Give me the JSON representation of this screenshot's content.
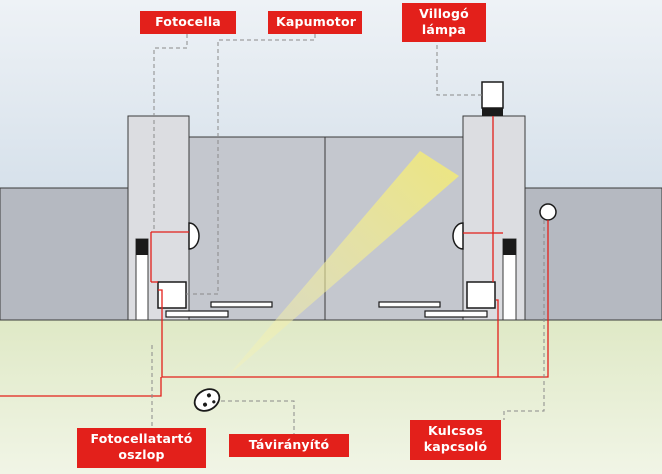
{
  "labels": {
    "photocell": "Fotocella",
    "gate_motor": "Kapumotor",
    "flashing_lamp": {
      "line1": "Villogó",
      "line2": "lámpa"
    },
    "photocell_post": {
      "line1": "Fotocellatartó",
      "line2": "oszlop"
    },
    "remote_control": "Távirányító",
    "key_switch": {
      "line1": "Kulcsos",
      "line2": "kapcsoló"
    }
  },
  "colors": {
    "sky_top": "#e9eef3",
    "sky_bottom": "#c7d6e4",
    "ground": "#e4edcf",
    "wall": "#b5b9c1",
    "gate": "#c4c7ce",
    "pillar": "#dcdde1",
    "outline": "#3a3a3a",
    "wire": "#e3201b",
    "dashed_leader": "#8a8a8a",
    "light_beam": "#f3ef9c",
    "label_bg": "#e3201b",
    "label_text": "#ffffff"
  }
}
